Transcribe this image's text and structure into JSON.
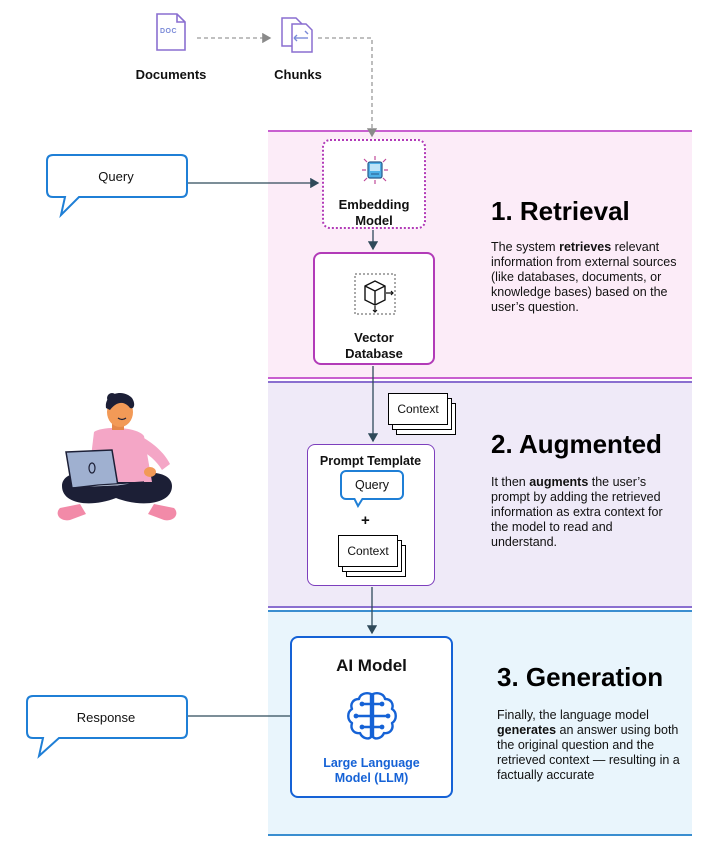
{
  "top": {
    "documents_label": "Documents",
    "chunks_label": "Chunks",
    "doc_icon_text": "DOC"
  },
  "query_bubble": {
    "label": "Query"
  },
  "response_bubble": {
    "label": "Response"
  },
  "embedding": {
    "line1": "Embedding",
    "line2": "Model"
  },
  "vector_db": {
    "line1": "Vector",
    "line2": "Database"
  },
  "context_top": {
    "label": "Context"
  },
  "prompt_template": {
    "title": "Prompt Template",
    "query_label": "Query",
    "plus": "+",
    "context_label": "Context"
  },
  "ai_model": {
    "title": "AI Model",
    "subtitle_line1": "Large Language",
    "subtitle_line2": "Model (LLM)"
  },
  "sections": {
    "retrieval": {
      "title": "1. Retrieval",
      "pre": "The system ",
      "bold": "retrieves",
      "post": " relevant information from external sources (like databases, documents, or knowledge bases) based on the user’s question."
    },
    "augmented": {
      "title": "2. Augmented",
      "pre": "It then ",
      "bold": "augments",
      "post": " the user’s prompt by adding the retrieved information as extra context for the model to read and understand."
    },
    "generation": {
      "title": "3. Generation",
      "pre": "Finally, the language model ",
      "bold": "generates",
      "post": " an answer using both the original question and the retrieved context — resulting in a factually accurate"
    }
  },
  "colors": {
    "retrieval_band": "#fcecf8",
    "augmented_band": "#efeaf8",
    "generation_band": "#e9f5fc",
    "accent_magenta": "#b23bb8",
    "accent_purple": "#7d3fbd",
    "accent_blue": "#1562d6",
    "bubble_blue": "#1f7fd6"
  },
  "icons": [
    "doc-icon",
    "chunks-icon",
    "embedding-icon",
    "cube-icon",
    "brain-circuit-icon",
    "person-laptop-illustration"
  ]
}
